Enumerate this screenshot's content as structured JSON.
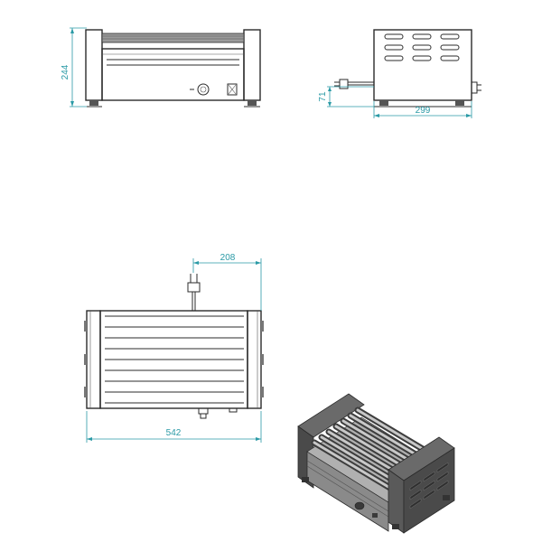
{
  "dimensions": {
    "front_height": "244",
    "side_foot_height": "71",
    "side_depth": "299",
    "top_cable_offset": "208",
    "top_width": "542"
  },
  "colors": {
    "dimension": "#2a9aa6",
    "line": "#2b2b2b",
    "iso_dark": "#4a4a4a",
    "iso_mid": "#8a8a8a",
    "iso_light": "#c8c8c8"
  }
}
